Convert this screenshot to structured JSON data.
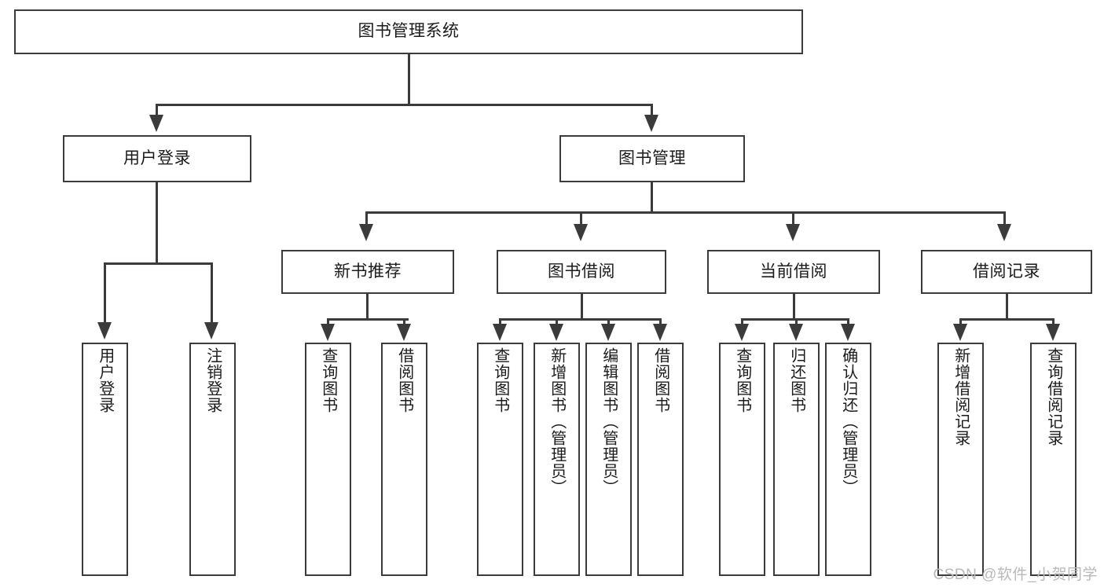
{
  "diagram": {
    "title": "图书管理系统",
    "watermark": "CSDN @软件_小贺同学",
    "colors": {
      "stroke": "#3b3b3b",
      "fill": "#ffffff",
      "text": "#1b1b1b",
      "watermark": "#b9b9b9"
    },
    "root": {
      "label": "图书管理系统"
    },
    "level2": [
      {
        "label": "用户登录"
      },
      {
        "label": "图书管理"
      }
    ],
    "level3": [
      {
        "label": "新书推荐"
      },
      {
        "label": "图书借阅"
      },
      {
        "label": "当前借阅"
      },
      {
        "label": "借阅记录"
      }
    ],
    "leaves": {
      "user_login": [
        {
          "label": "用户登录"
        },
        {
          "label": "注销登录"
        }
      ],
      "new_book_recommend": [
        {
          "label": "查询图书"
        },
        {
          "label": "借阅图书"
        }
      ],
      "book_borrow": [
        {
          "label": "查询图书"
        },
        {
          "label": "新增图书（管理员）"
        },
        {
          "label": "编辑图书（管理员）"
        },
        {
          "label": "借阅图书"
        }
      ],
      "current_borrow": [
        {
          "label": "查询图书"
        },
        {
          "label": "归还图书"
        },
        {
          "label": "确认归还（管理员）"
        }
      ],
      "borrow_record": [
        {
          "label": "新增借阅记录"
        },
        {
          "label": "查询借阅记录"
        }
      ]
    }
  }
}
